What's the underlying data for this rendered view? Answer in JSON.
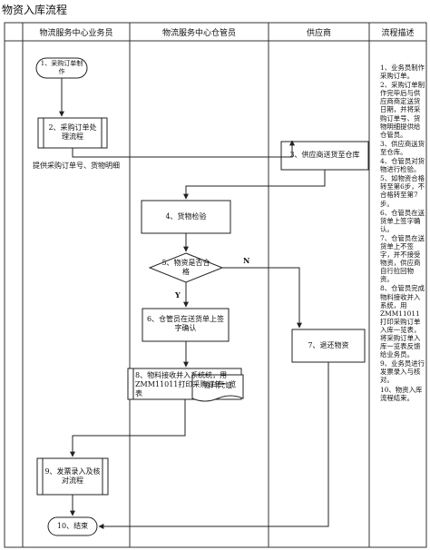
{
  "page": {
    "title": "物资入库流程"
  },
  "lanes": {
    "business": "物流服务中心业务员",
    "warehouse": "物流服务中心仓管员",
    "supplier": "供应商",
    "description": "流程描述"
  },
  "nodes": {
    "step1": "1、采购订单制作",
    "step2": "2、采购订单处理流程",
    "step3": "3、供应商送货至仓库",
    "step4": "4、货物检验",
    "step5": "5、物资是否合格",
    "step6": "6、仓管员在送货单上签字确认",
    "step7": "7、退还物资",
    "step8": "8、物料接收并入系统统，用ZMM11011打印采购订单一览表",
    "doc8": "物料凭证",
    "step9": "9、发票录入及核对流程",
    "step10": "10、结束"
  },
  "edge_labels": {
    "provide_info": "提供采购订单号、货物明细",
    "no": "N",
    "yes": "Y"
  },
  "description_items": [
    "1、业务员制作采购订单。",
    "2、采购订单制作完毕后与供应商商定送货日期，并将采购订单号、货物明细提供给仓管员。",
    "3、供应商送货至仓库。",
    "4、仓管员对货物进行检验。",
    "5、如物资合格转至第6步，不合格转至第7步。",
    "6、仓管员在送货单上签字确认。",
    "7、仓管员在送货单上不签字，并不接受物资，供应商自行拉回物资。",
    "8、仓管员完成物料接收并入系统，用ZMM11011打印采购订单入库一览表，将采购订单入库一览表反馈给业务员。",
    "9、业务员进行发票录入与核对。",
    "10、物资入库流程结束。"
  ]
}
